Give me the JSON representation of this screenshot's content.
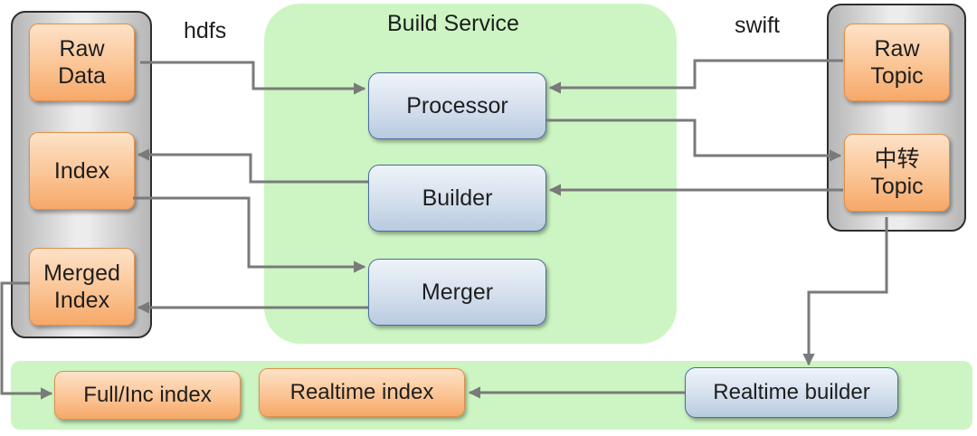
{
  "labels": {
    "hdfs": "hdfs",
    "swift": "swift",
    "build_service": "Build Service"
  },
  "left_column": {
    "raw_data": "Raw\nData",
    "index": "Index",
    "merged_index": "Merged\nIndex"
  },
  "right_column": {
    "raw_topic": "Raw\nTopic",
    "transit_topic": "中转\nTopic"
  },
  "build_service": {
    "processor": "Processor",
    "builder": "Builder",
    "merger": "Merger"
  },
  "bottom_bar": {
    "full_inc_index": "Full/Inc index",
    "realtime_index": "Realtime index",
    "realtime_builder": "Realtime builder"
  },
  "colors": {
    "arrow": "#7a7a7a",
    "green_panel": "#cdf5c3",
    "orange_box": "#fbc494",
    "blue_box": "#d6e1ee"
  }
}
